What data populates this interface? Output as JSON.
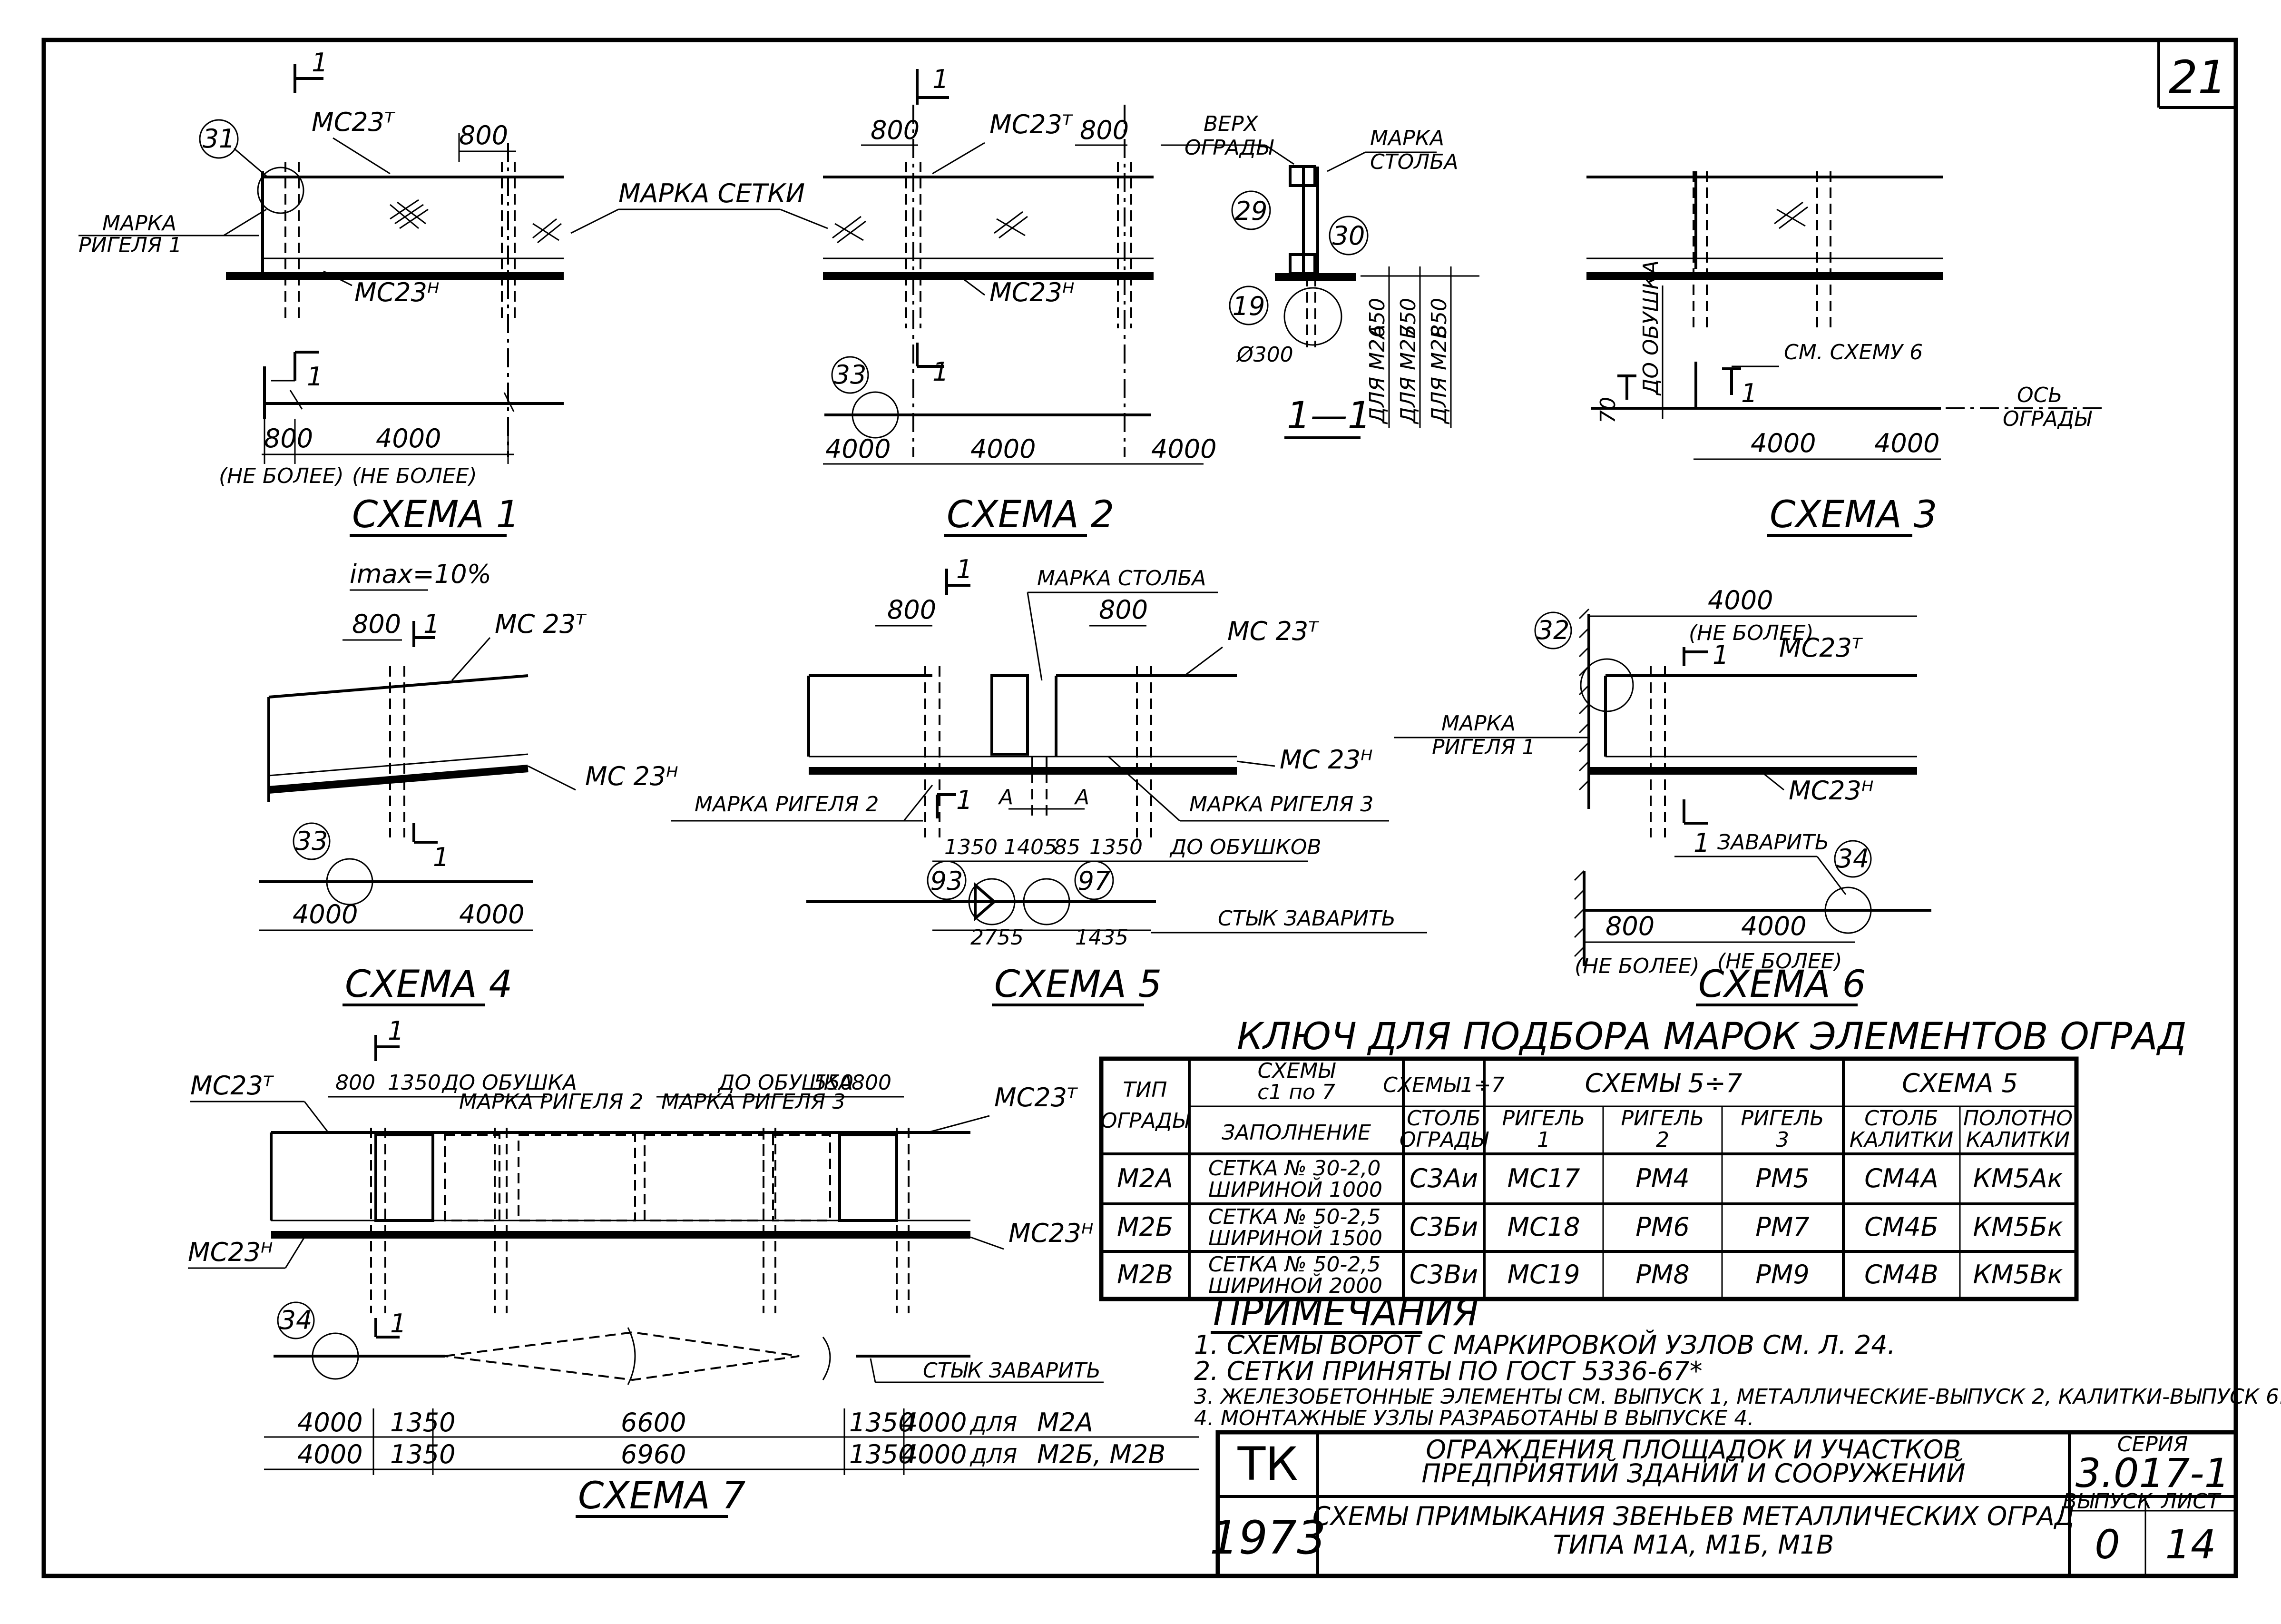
{
  "sheet": {
    "corner": "21"
  },
  "common": {
    "mc23t": "МС23ᵀ",
    "mc23n": "МС23ᴴ",
    "mc23t_sp": "МС 23ᵀ",
    "mc23n_sp": "МС 23ᴴ",
    "marka_rigelya_1": "МАРКА РИГЕЛЯ 1",
    "marka_setki": "МАРКА СЕТКИ",
    "ne_bolee": "(НЕ БОЛЕЕ)",
    "sec": "1",
    "do_obushkov": "ДО ОБУШКОВ",
    "do_obushka": "ДО ОБУШКА",
    "styk_zavarit": "СТЫК ЗАВАРИТЬ",
    "zavarit": "ЗАВАРИТЬ"
  },
  "scheme1": {
    "title": "СХЕМА 1",
    "node": "31",
    "dim_panel": "4000",
    "dim_end": "800",
    "dim_top": "800",
    "marka": "МАРКА",
    "rigelya": "РИГЕЛЯ 1"
  },
  "scheme2": {
    "title": "СХЕМА 2",
    "node": "33",
    "dim_left": "4000",
    "dim_mid": "4000",
    "dim_right": "4000",
    "dim_top1": "800",
    "dim_top2": "800"
  },
  "section": {
    "title": "1—1",
    "verkh": "ВЕРХ",
    "ogrady": "ОГРАДЫ",
    "marka": "МАРКА",
    "stolba": "СТОЛБА",
    "node_a": "29",
    "node_b": "30",
    "node_c": "19",
    "diam": "Ø300",
    "dims": [
      "650",
      "750",
      "850"
    ],
    "for_labels": [
      "ДЛЯ М2А",
      "ДЛЯ М2Б",
      "ДЛЯ М2В"
    ]
  },
  "scheme3": {
    "title": "СХЕМА 3",
    "do_obushka": "ДО ОБУШКА",
    "dim70": "70",
    "see": "СМ. СХЕМУ 6",
    "axis": "ОСЬ",
    "axis2": "ОГРАДЫ",
    "dim_a": "4000",
    "dim_b": "4000"
  },
  "scheme4": {
    "title": "СХЕМА 4",
    "slope": "imax=10%",
    "node": "33",
    "dim_top": "800",
    "dim_a": "4000",
    "dim_b": "4000"
  },
  "scheme5": {
    "title": "СХЕМА 5",
    "marka_stolba": "МАРКА СТОЛБА",
    "marka_rigelya_2": "МАРКА РИГЕЛЯ 2",
    "marka_rigelya_3": "МАРКА РИГЕЛЯ 3",
    "node_a": "93",
    "node_b": "97",
    "d1350a": "1350",
    "d1405": "1405",
    "d85": "85",
    "d1350b": "1350",
    "d2755": "2755",
    "d1435": "1435",
    "d800a": "800",
    "d800b": "800",
    "letter_a": "А"
  },
  "scheme6": {
    "title": "СХЕМА 6",
    "node_a": "32",
    "node_b": "34",
    "dim_top": "4000",
    "marka": "МАРКА",
    "rigelya": "РИГЕЛЯ 1",
    "dim800": "800",
    "dim4000": "4000"
  },
  "scheme7": {
    "title": "СХЕМА 7",
    "node": "34",
    "marka_rigelya_2": "МАРКА РИГЕЛЯ 2",
    "marka_rigelya_3": "МАРКА РИГЕЛЯ 3",
    "d800a": "800",
    "d1350": "1350",
    "d550": "550",
    "d800b": "800",
    "row1": [
      "4000",
      "1350",
      "6600",
      "1350",
      "4000",
      "ДЛЯ",
      "М2А"
    ],
    "row2": [
      "4000",
      "1350",
      "6960",
      "1350",
      "4000",
      "ДЛЯ",
      "М2Б, М2В"
    ]
  },
  "key_table": {
    "title": "КЛЮЧ ДЛЯ ПОДБОРА МАРОК ЭЛЕМЕНТОВ ОГРАД",
    "h_tip": "ТИП",
    "h_ogrady": "ОГРАДЫ",
    "h_sch1": "СХЕМЫ",
    "h_sch2": "с1 по 7",
    "h_zap": "ЗАПОЛНЕНИЕ",
    "h_sch17": "СХЕМЫ1÷7",
    "h_stolb": "СТОЛБ",
    "h_stolb2": "ОГРАДЫ",
    "h_sch57": "СХЕМЫ   5÷7",
    "h_rig": "РИГЕЛЬ",
    "n1": "1",
    "n2": "2",
    "n3": "3",
    "h_sch5": "СХЕМА 5",
    "h_sk": "СТОЛБ",
    "h_sk2": "КАЛИТКИ",
    "h_pk": "ПОЛОТНО",
    "h_pk2": "КАЛИТКИ",
    "rows": [
      {
        "tip": "М2А",
        "z1": "СЕТКА № 30-2,0",
        "z2": "ШИРИНОЙ 1000",
        "stolb": "С3Аи",
        "r1": "МС17",
        "r2": "РМ4",
        "r3": "РМ5",
        "sk": "СМ4А",
        "pk": "КМ5Ак"
      },
      {
        "tip": "М2Б",
        "z1": "СЕТКА № 50-2,5",
        "z2": "ШИРИНОЙ 1500",
        "stolb": "С3Би",
        "r1": "МС18",
        "r2": "РМ6",
        "r3": "РМ7",
        "sk": "СМ4Б",
        "pk": "КМ5Бк"
      },
      {
        "tip": "М2В",
        "z1": "СЕТКА № 50-2,5",
        "z2": "ШИРИНОЙ 2000",
        "stolb": "С3Ви",
        "r1": "МС19",
        "r2": "РМ8",
        "r3": "РМ9",
        "sk": "СМ4В",
        "pk": "КМ5Вк"
      }
    ]
  },
  "notes": {
    "title": "ПРИМЕЧАНИЯ",
    "items": [
      "1. СХЕМЫ ВОРОТ С МАРКИРОВКОЙ УЗЛОВ СМ. Л. 24.",
      "2. СЕТКИ ПРИНЯТЫ ПО ГОСТ 5336-67*",
      "3. ЖЕЛЕЗОБЕТОННЫЕ ЭЛЕМЕНТЫ СМ. ВЫПУСК 1, МЕТАЛЛИЧЕСКИЕ-ВЫПУСК 2, КАЛИТКИ-ВЫПУСК 6.",
      "4. МОНТАЖНЫЕ УЗЛЫ РАЗРАБОТАНЫ В ВЫПУСКЕ 4."
    ]
  },
  "title_block": {
    "org": "ТК",
    "year": "1973",
    "title1": "ОГРАЖДЕНИЯ ПЛОЩАДОК И УЧАСТКОВ",
    "title2": "ПРЕДПРИЯТИЙ ЗДАНИЙ И СООРУЖЕНИЙ",
    "sub1": "СХЕМЫ ПРИМЫКАНИЯ ЗВЕНЬЕВ МЕТАЛЛИЧЕСКИХ ОГРАД",
    "sub2": "ТИПА М1А, М1Б, М1В",
    "seria_label": "СЕРИЯ",
    "seria": "3.017-1",
    "vyp_label": "ВЫПУСК",
    "vyp": "0",
    "list_label": "ЛИСТ",
    "list": "14"
  }
}
